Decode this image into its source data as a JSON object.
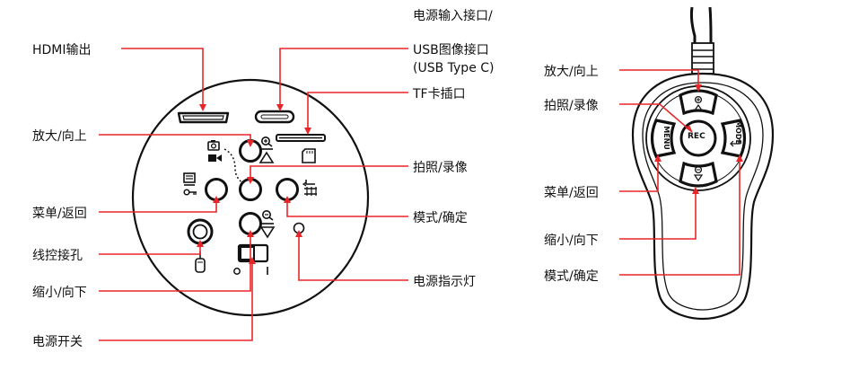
{
  "colors": {
    "callout": "#e8262a",
    "outline": "#111111"
  },
  "labels": {
    "hdmi": "HDMI输出",
    "power_in_line1": "电源输入接口/",
    "power_in_line2": "USB图像接口",
    "power_in_line3": "(USB Type C)",
    "tf": "TF卡插口",
    "zoom_in_left": "放大/向上",
    "menu_left": "菜单/返回",
    "wire_hole": "线控接孔",
    "zoom_out_left": "缩小/向下",
    "power_switch": "电源开关",
    "capture_left": "拍照/录像",
    "mode_left": "模式/确定",
    "power_led": "电源指示灯",
    "zoom_in_right": "放大/向上",
    "capture_right": "拍照/录像",
    "menu_right": "菜单/返回",
    "zoom_out_right": "缩小/向下",
    "mode_right": "模式/确定"
  },
  "remote_buttons": {
    "rec": "REC",
    "menu": "MENU",
    "mode": "MODE"
  },
  "icons": [
    "camera-icon",
    "video-icon",
    "zoom-in-icon",
    "zoom-out-icon",
    "menu-icon",
    "key-icon",
    "mode-icon",
    "sd-card-icon",
    "plug-icon",
    "up-triangle-icon",
    "down-triangle-icon",
    "enter-icon"
  ]
}
